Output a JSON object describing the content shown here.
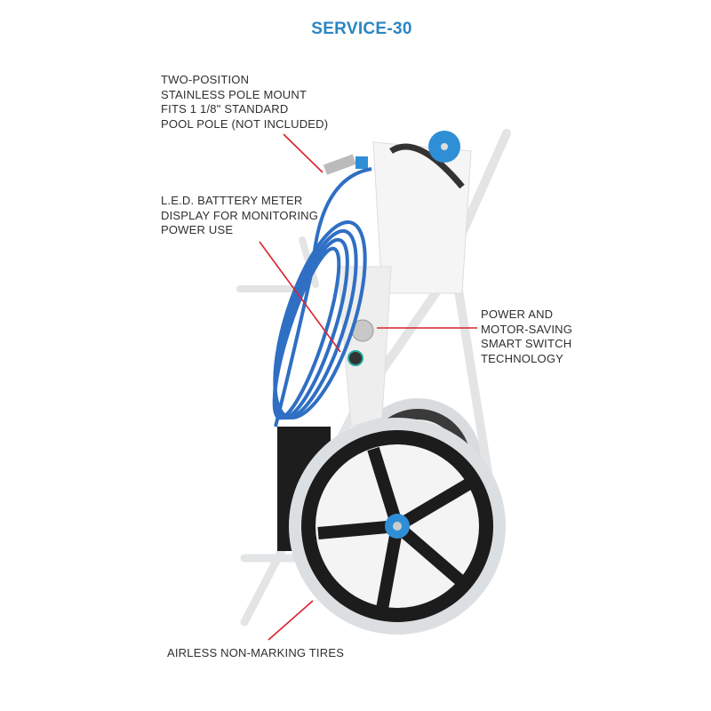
{
  "title": "SERVICE-30",
  "callouts": [
    {
      "lines": [
        "TWO-POSITION",
        "STAINLESS POLE MOUNT",
        "FITS 1 1/8\" STANDARD",
        "POOL POLE (NOT INCLUDED)"
      ]
    },
    {
      "lines": [
        "L.E.D. BATTTERY METER",
        "DISPLAY FOR MONITORING",
        "POWER USE"
      ]
    },
    {
      "lines": [
        "POWER AND",
        "MOTOR-SAVING",
        "SMART SWITCH",
        "TECHNOLOGY"
      ]
    },
    {
      "lines": [
        "AIRLESS NON-MARKING TIRES"
      ]
    }
  ],
  "colors": {
    "title": "#2a86c4",
    "leader": "#d9232e",
    "hose": "#2f6fc4",
    "frame": "#e4e6e8"
  }
}
